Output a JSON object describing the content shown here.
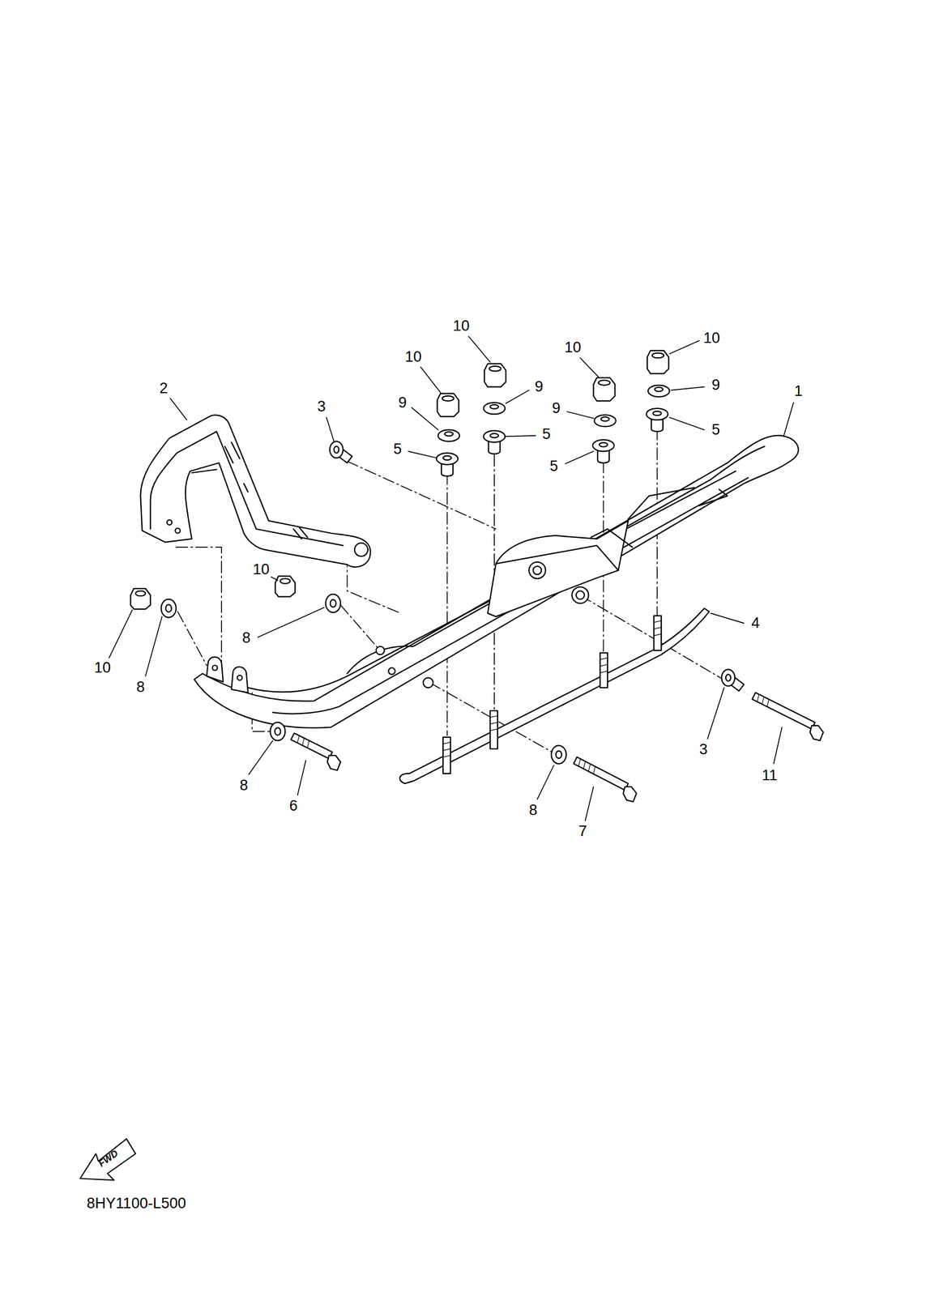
{
  "diagram": {
    "labels": [
      "10",
      "10",
      "10",
      "10",
      "2",
      "1",
      "3",
      "9",
      "9",
      "9",
      "9",
      "5",
      "5",
      "5",
      "5",
      "10",
      "4",
      "8",
      "10",
      "8",
      "3",
      "11",
      "8",
      "6",
      "8",
      "7",
      "FWD",
      "8HY1100-L500"
    ]
  }
}
